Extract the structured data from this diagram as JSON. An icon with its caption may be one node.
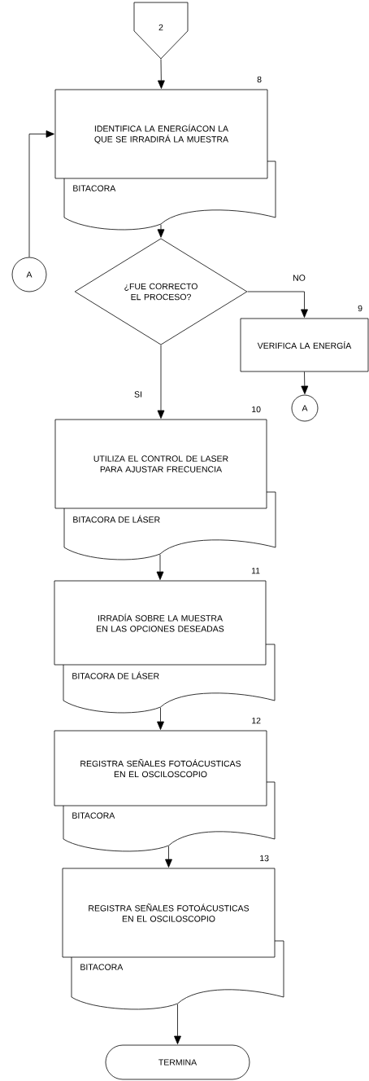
{
  "diagram": {
    "nodes": [
      {
        "text": [
          "2"
        ]
      },
      {
        "text": [
          "IDENTIFICA LA ENERGÍACON LA QUE SE IRRADIRÁ LA MUESTRA"
        ],
        "beside": [
          "8"
        ]
      },
      {
        "text": [
          "BITACORA"
        ]
      },
      {
        "text": [
          "¿FUE CORRECTO EL PROCESO?"
        ]
      },
      {
        "text": [
          "A"
        ]
      },
      {
        "text": [
          "VERIFICA LA ENERGÍA"
        ],
        "beside": [
          "9"
        ]
      },
      {
        "text": [
          "A"
        ]
      },
      {
        "text": [
          "UTILIZA EL CONTROL DE LASER PARA AJUSTAR FRECUENCIA"
        ],
        "beside": [
          "10"
        ]
      },
      {
        "text": [
          "BITACORA DE LÁSER"
        ]
      },
      {
        "text": [
          "IRRADÍA SOBRE LA MUESTRA EN LAS OPCIONES DESEADAS"
        ],
        "beside": [
          "11"
        ]
      },
      {
        "text": [
          "BITACORA DE LÁSER"
        ]
      },
      {
        "text": [
          "REGISTRA SEÑALES FOTOÁCUSTICAS EN EL OSCILOSCOPIO"
        ],
        "beside": [
          "12"
        ]
      },
      {
        "text": [
          "BITACORA"
        ]
      },
      {
        "text": [
          "REGISTRA SEÑALES FOTOÁCUSTICAS EN EL OSCILOSCOPIO"
        ],
        "beside": [
          "13"
        ]
      },
      {
        "text": [
          "BITACORA"
        ]
      },
      {
        "text": [
          "TERMINA"
        ]
      }
    ],
    "edges": [
      {
        "from": 0,
        "to": 1,
        "arrow": "to"
      },
      {
        "from": 4,
        "to": 1,
        "arrow": "to"
      },
      {
        "from": 2,
        "to": 3,
        "arrow": "to"
      },
      {
        "from": 3,
        "to": 5,
        "arrow": "to",
        "label": "NO"
      },
      {
        "from": 5,
        "to": 6,
        "arrow": "to"
      },
      {
        "from": 3,
        "to": 7,
        "arrow": "to",
        "label": "SI"
      },
      {
        "from": 8,
        "to": 9,
        "arrow": "to"
      },
      {
        "from": 10,
        "to": 11,
        "arrow": "to"
      },
      {
        "from": 12,
        "to": 13,
        "arrow": "to"
      },
      {
        "from": 14,
        "to": 15,
        "arrow": "to"
      }
    ]
  }
}
